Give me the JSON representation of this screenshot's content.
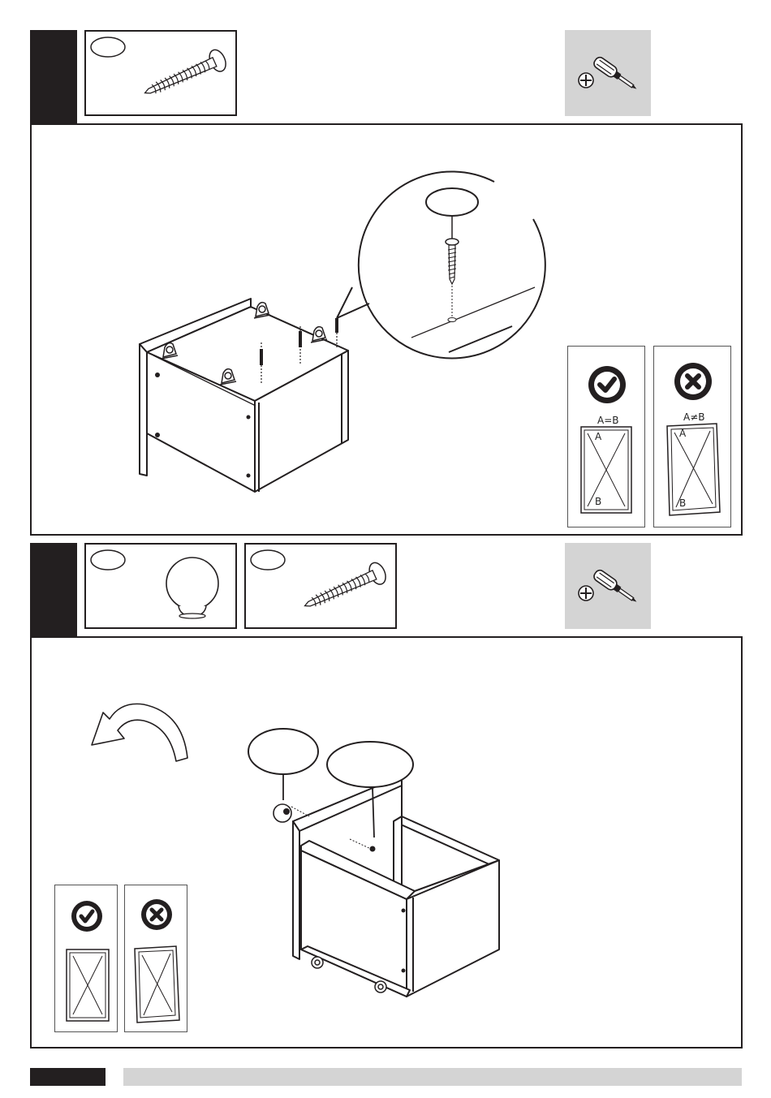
{
  "step1": {
    "check_equal_label": "A=B",
    "check_unequal_label": "A≠B",
    "diag_a": "A",
    "diag_b": "B"
  },
  "step2": {},
  "icons": {
    "screw": "screw-icon",
    "screwdriver": "phillips-screwdriver-icon",
    "knob": "knob-icon",
    "check": "check-circle-icon",
    "cross": "cross-circle-icon",
    "rotate": "rotate-arrow-icon"
  },
  "colors": {
    "ink": "#231f20",
    "tool_bg": "#d4d4d4"
  }
}
